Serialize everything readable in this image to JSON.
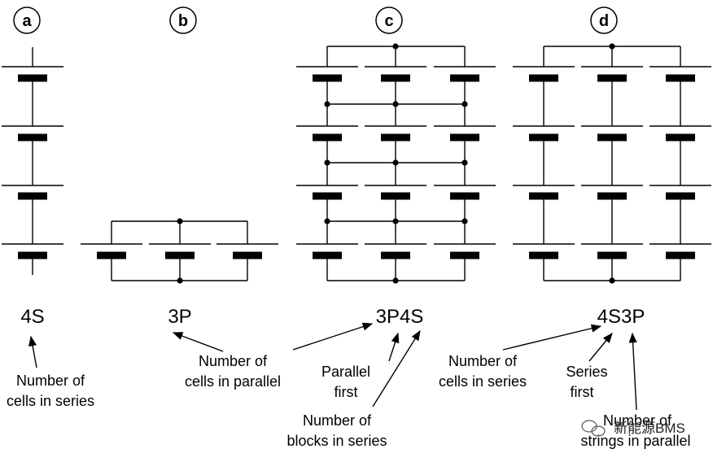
{
  "panels": [
    {
      "letter": "a",
      "config_label": "4S"
    },
    {
      "letter": "b",
      "config_label": "3P"
    },
    {
      "letter": "c",
      "config_label": "3P4S"
    },
    {
      "letter": "d",
      "config_label": "4S3P"
    }
  ],
  "annotations": {
    "a": [
      "Number of",
      "cells in series"
    ],
    "b": [
      "Number of",
      "cells in parallel"
    ],
    "c_first": [
      "Parallel",
      "first"
    ],
    "c_blocks": [
      "Number of",
      "blocks in series"
    ],
    "d_cells": [
      "Number of",
      "cells in series"
    ],
    "d_first": [
      "Series",
      "first"
    ],
    "d_strings": [
      "Number of",
      "strings in parallel"
    ]
  },
  "watermark": "新能源BMS",
  "colors": {
    "line": "#000000",
    "background": "#ffffff"
  }
}
